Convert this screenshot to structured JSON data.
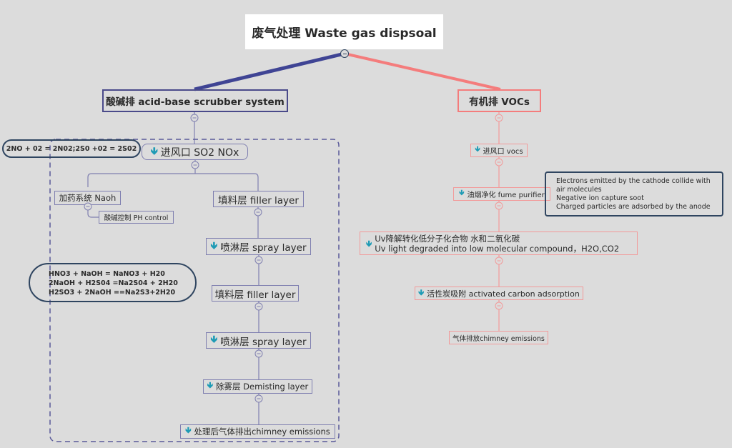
{
  "root": {
    "title": "废气处理 Waste gas dispsoal"
  },
  "left": {
    "title": "酸碱排 acid-base scrubber system",
    "inlet": "进风口 SO2  NOx",
    "dosing": "加药系统 Naoh",
    "ph": "酸碱控制 PH control",
    "filler1": "填料层 filler layer",
    "spray1": "喷淋层 spray layer",
    "filler2": "填料层 filler layer",
    "spray2": "喷淋层 spray layer",
    "demist": "除雾层 Demisting layer",
    "chimney": "处理后气体排出chimney emissions",
    "callout1": "2NO + 02 = 2N02;2S0 +02 = 2S02",
    "callout2": [
      "HNO3 + NaOH = NaNO3 + H20",
      "2NaOH + H2S04 =Na2S04 + 2H20",
      "H2SO3 + 2NaOH ==Na2S3+2H20"
    ]
  },
  "right": {
    "title": "有机排  VOCs",
    "inlet": "进风口 vocs",
    "fume": "油烟净化 fume purifier",
    "note": [
      "Electrons emitted by the cathode collide with air molecules",
      "Negative ion capture soot",
      "Charged particles are adsorbed by the anode"
    ],
    "uv": [
      "Uv降解转化低分子化合物 水和二氧化碳",
      "Uv light degraded into low molecular compound，H2O,CO2"
    ],
    "carbon": "活性炭吸附 activated carbon adsorption",
    "chimney": "气体排放chimney emissions"
  },
  "colors": {
    "left_branch": "#3f4494",
    "right_branch": "#f47c7c",
    "arrow": "#1e9bb5"
  }
}
